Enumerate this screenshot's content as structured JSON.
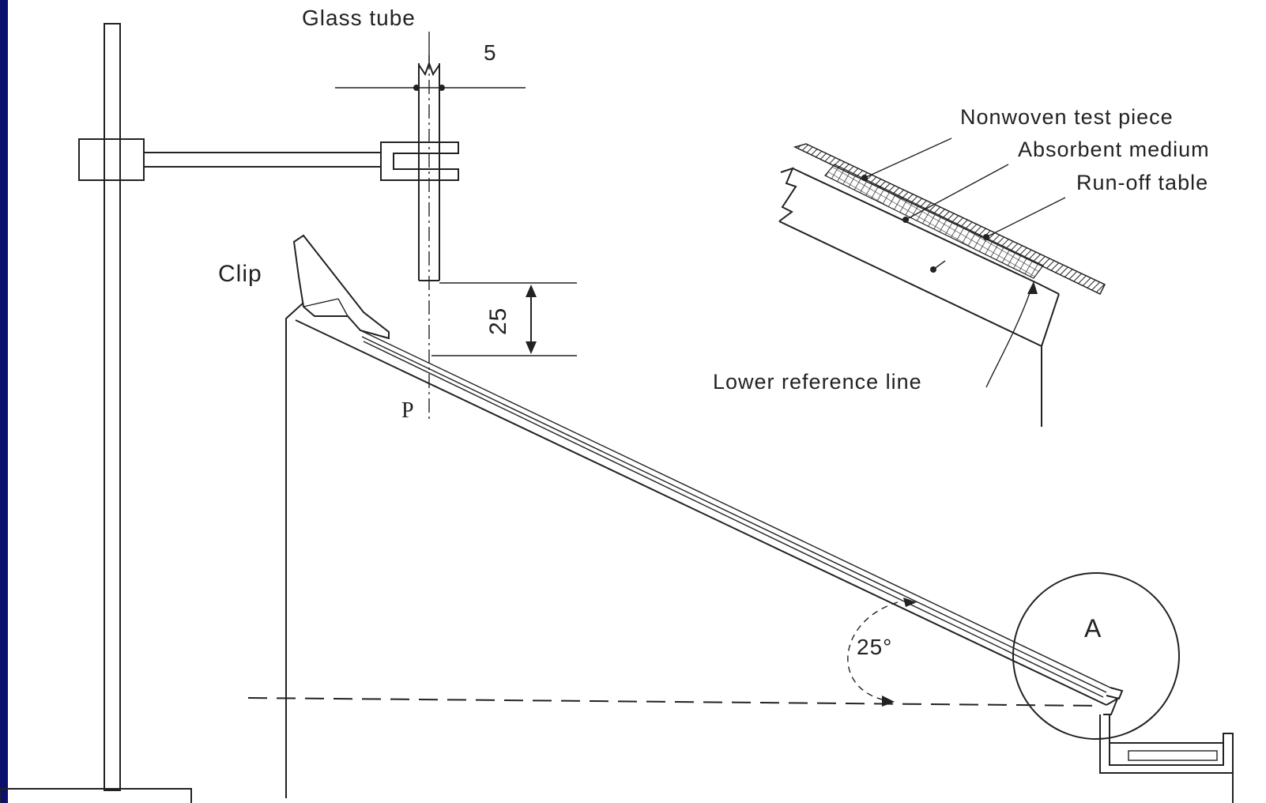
{
  "figure": {
    "labels": {
      "glass_tube": "Glass tube",
      "dimension_tube_width": "5",
      "clip": "Clip",
      "dimension_drop_height": "25",
      "point_p": "P",
      "angle": "25°",
      "detail_marker": "A",
      "nonwoven_test_piece": "Nonwoven test piece",
      "absorbent_medium": "Absorbent medium",
      "run_off_table": "Run-off table",
      "lower_reference_line": "Lower reference line"
    }
  }
}
